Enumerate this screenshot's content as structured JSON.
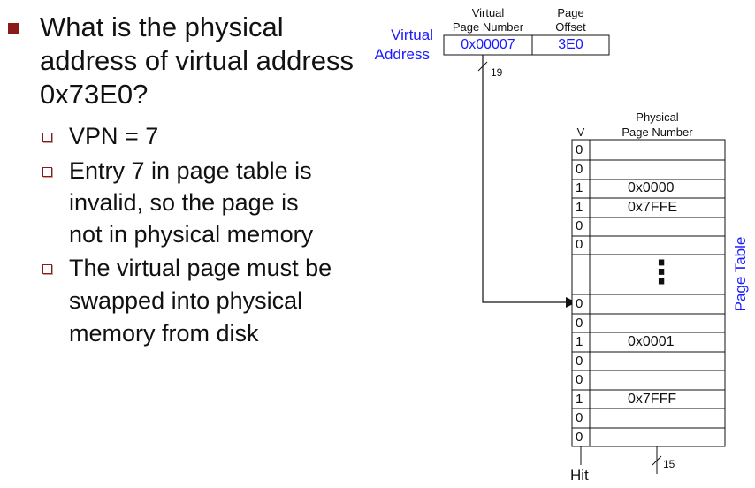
{
  "bullets": {
    "main": "What is the physical address of virtual address 0x73E0?",
    "main_lines": [
      "What is the physical",
      "address of virtual address",
      "0x73E0?"
    ],
    "sub": [
      {
        "lines": [
          "VPN = 7"
        ]
      },
      {
        "lines": [
          "Entry 7 in page table is",
          "invalid, so the page is",
          "not in physical memory"
        ]
      },
      {
        "lines": [
          "The virtual page must be",
          "swapped into physical",
          "memory from disk"
        ]
      }
    ]
  },
  "diagram": {
    "virtual_address_label": [
      "Virtual",
      "Address"
    ],
    "vpn_header": [
      "Virtual",
      "Page Number"
    ],
    "offset_header": [
      "Page",
      "Offset"
    ],
    "vpn_value": "0x00007",
    "offset_value": "3E0",
    "vpn_bits": "19",
    "ppn_bits": "15",
    "v_header": "V",
    "ppn_header": [
      "Physical",
      "Page Number"
    ],
    "page_table_label": "Page Table",
    "hit_label": "Hit",
    "ellipsis": "⋮",
    "rows_top": [
      {
        "v": "0",
        "ppn": ""
      },
      {
        "v": "0",
        "ppn": ""
      },
      {
        "v": "1",
        "ppn": "0x0000"
      },
      {
        "v": "1",
        "ppn": "0x7FFE"
      },
      {
        "v": "0",
        "ppn": ""
      },
      {
        "v": "0",
        "ppn": ""
      }
    ],
    "rows_bottom": [
      {
        "v": "0",
        "ppn": "",
        "highlight": true
      },
      {
        "v": "0",
        "ppn": ""
      },
      {
        "v": "1",
        "ppn": "0x0001"
      },
      {
        "v": "0",
        "ppn": ""
      },
      {
        "v": "0",
        "ppn": ""
      },
      {
        "v": "1",
        "ppn": "0x7FFF"
      },
      {
        "v": "0",
        "ppn": ""
      },
      {
        "v": "0",
        "ppn": ""
      }
    ]
  },
  "colors": {
    "bullet": "#8b1a1a",
    "highlight": "#1a1aff"
  }
}
